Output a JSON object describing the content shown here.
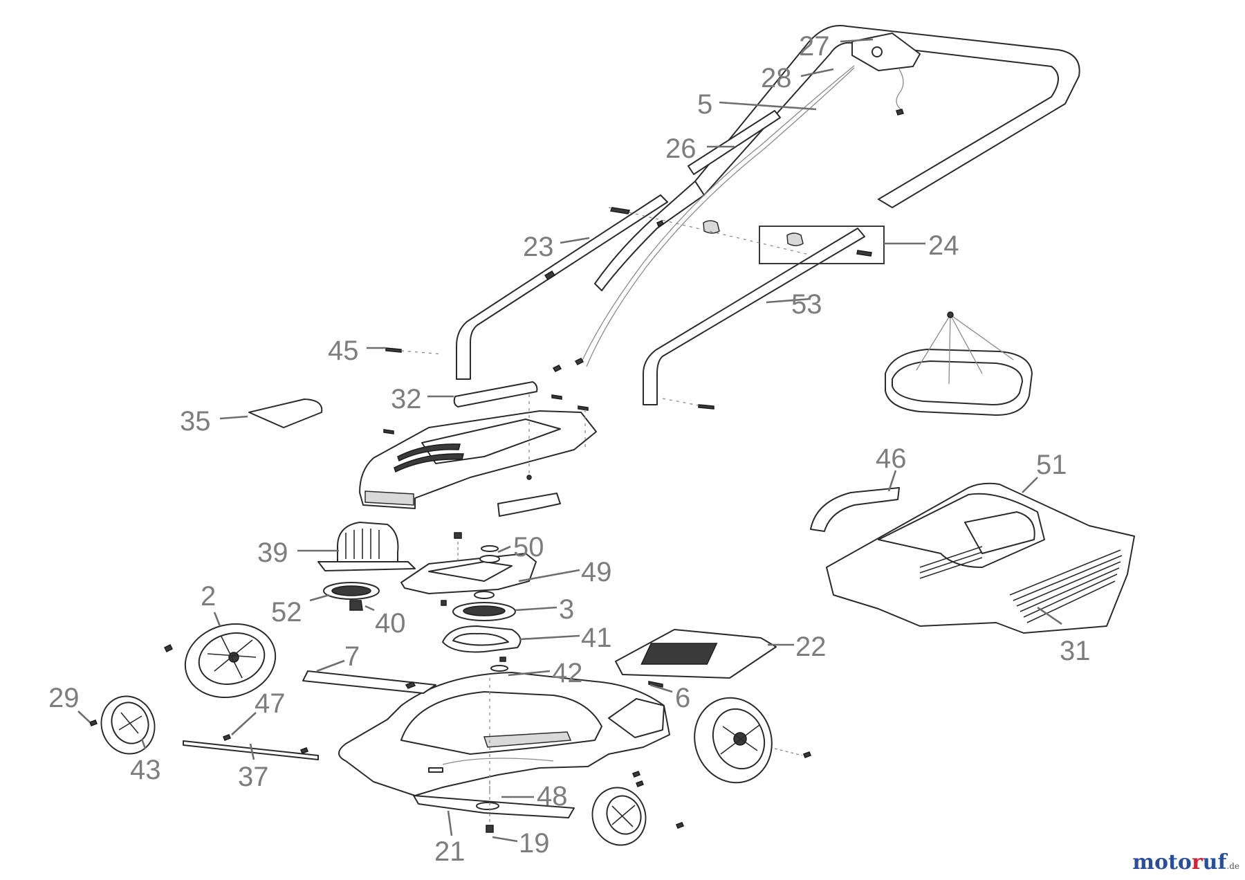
{
  "labels": {
    "p2": "2",
    "p3": "3",
    "p5": "5",
    "p6": "6",
    "p7": "7",
    "p19": "19",
    "p21": "21",
    "p22": "22",
    "p23": "23",
    "p24": "24",
    "p26": "26",
    "p27": "27",
    "p28": "28",
    "p29": "29",
    "p31": "31",
    "p32": "32",
    "p35": "35",
    "p37": "37",
    "p39": "39",
    "p40": "40",
    "p41": "41",
    "p42": "42",
    "p43": "43",
    "p45": "45",
    "p46": "46",
    "p47": "47",
    "p48": "48",
    "p49": "49",
    "p50": "50",
    "p51": "51",
    "p52": "52",
    "p53": "53"
  },
  "watermark": {
    "part1": "moto",
    "part2": "r",
    "part3": "uf",
    "tld": ".de"
  }
}
